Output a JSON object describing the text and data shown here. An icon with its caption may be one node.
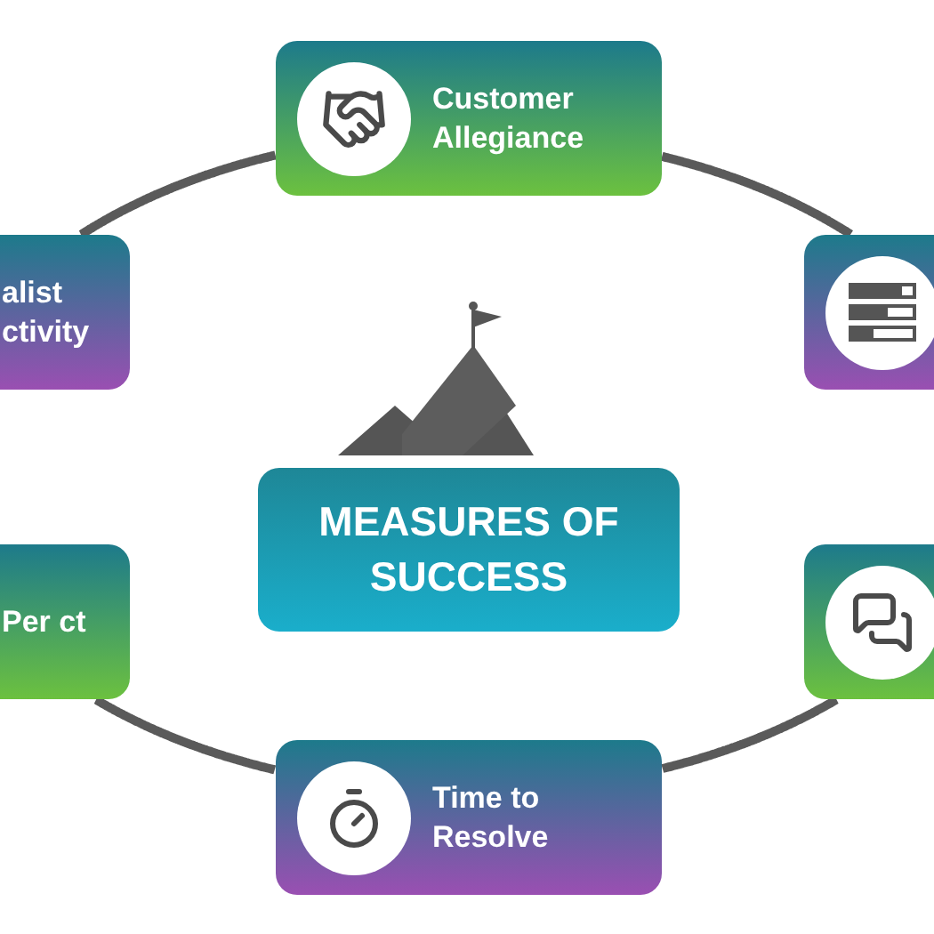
{
  "diagram": {
    "nodes": [
      {
        "text": [
          "Customer Allegiance"
        ]
      },
      {
        "text": [
          "alist ctivity"
        ]
      },
      {
        "text": [],
        "shape": "box"
      },
      {
        "text": [
          "MEASURES OF SUCCESS"
        ]
      },
      {
        "text": [
          "Per ct"
        ]
      },
      {
        "text": [],
        "shape": "box"
      },
      {
        "text": [
          "Time to Resolve"
        ]
      }
    ],
    "edges": [
      {
        "from": 0,
        "to": 2,
        "arrow": "none"
      },
      {
        "from": 5,
        "to": 6,
        "arrow": "none"
      },
      {
        "from": 6,
        "to": 4,
        "arrow": "none"
      },
      {
        "from": 1,
        "to": 0,
        "arrow": "none"
      }
    ]
  }
}
